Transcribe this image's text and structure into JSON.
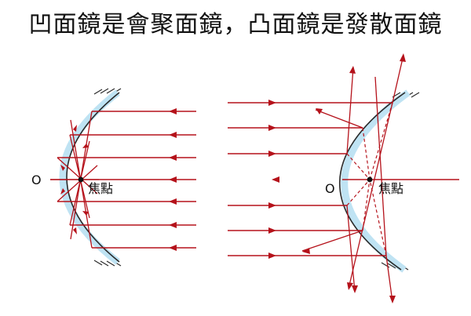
{
  "title": "凹面鏡是會聚面鏡，凸面鏡是發散面鏡",
  "labels": {
    "left_origin": "O",
    "left_focus": "焦點",
    "right_origin": "O",
    "right_focus": "焦點"
  },
  "colors": {
    "ray": "#b5121b",
    "mirror_face": "#bfe3f3",
    "mirror_line": "#2a2a2a",
    "text": "#111111"
  }
}
